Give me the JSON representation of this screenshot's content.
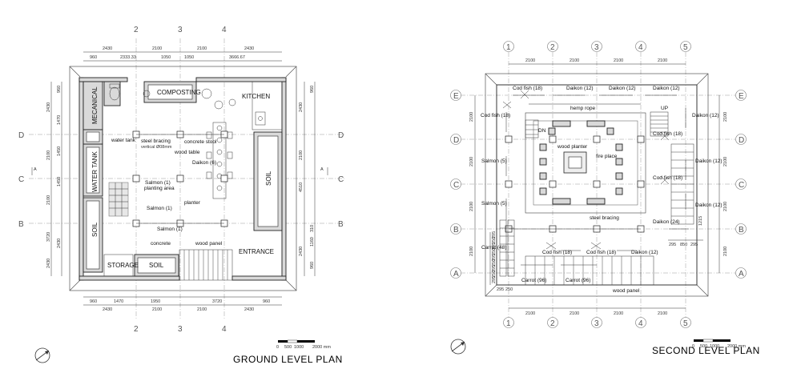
{
  "ground": {
    "title": "GROUND LEVEL PLAN",
    "top_grid": [
      "2",
      "3",
      "4"
    ],
    "left_grid": [
      "D",
      "C",
      "B"
    ],
    "right_grid": [
      "D",
      "C",
      "B"
    ],
    "bottom_grid": [
      "2",
      "3",
      "4"
    ],
    "section_marks": [
      "A",
      "A"
    ],
    "top_dims_row1": [
      "2430",
      "2100",
      "2100",
      "2430"
    ],
    "top_dims_row2": [
      "960",
      "2333.33",
      "1050",
      "1050",
      "3666.67"
    ],
    "bottom_dims_row1": [
      "960",
      "1470",
      "1950",
      "3720",
      "960"
    ],
    "bottom_dims_row2": [
      "2430",
      "2100",
      "2100",
      "2430"
    ],
    "left_dims_outer": [
      "2430",
      "2100",
      "2100",
      "3720",
      "2430"
    ],
    "left_dims_inner": [
      "960",
      "1470",
      "1450",
      "1450",
      "2430"
    ],
    "right_dims_outer": [
      "2430",
      "2100",
      "4510",
      "2430"
    ],
    "right_dims_inner": [
      "960",
      "310",
      "1160",
      "960"
    ],
    "rooms": {
      "mechanical": "MECANICAL",
      "composting": "COMPOSTING",
      "kitchen": "KITCHEN",
      "water_tank": "WATER TANK",
      "soil_left": "SOIL",
      "soil_right": "SOIL",
      "soil_bottom": "SOIL",
      "storage": "STORAGE",
      "entrance": "ENTRANCE"
    },
    "labels": {
      "water_tank": "water tank",
      "steel_bracing": "steel bracing",
      "steel_bracing_sub": "vertical Ø08mm",
      "concrete_stool": "concrete stool",
      "wood_table": "wood table",
      "daikon": "Daikon (6)",
      "salmon_planting": "Salmon (1)",
      "planting_area": "planting area",
      "planter": "planter",
      "salmon_mid": "Salmon (1)",
      "salmon_low": "Salmon (1)",
      "concrete": "concrete",
      "wood_panel": "wood panel"
    },
    "scale_ticks": [
      "0",
      "500",
      "1000",
      "2000 mm"
    ]
  },
  "second": {
    "title": "SECOND LEVEL PLAN",
    "top_grid": [
      "1",
      "2",
      "3",
      "4",
      "5"
    ],
    "bottom_grid": [
      "1",
      "2",
      "3",
      "4",
      "5"
    ],
    "left_grid": [
      "E",
      "D",
      "C",
      "B",
      "A"
    ],
    "right_grid": [
      "E",
      "D",
      "C",
      "B",
      "A"
    ],
    "top_dims": [
      "2100",
      "2100",
      "2100",
      "2100"
    ],
    "bottom_dims": [
      "2100",
      "2100",
      "2100",
      "2100"
    ],
    "left_dims": [
      "2100",
      "2100",
      "2100",
      "2100"
    ],
    "right_dims": [
      "2100",
      "2100",
      "2100",
      "2100"
    ],
    "right_small_dims": [
      "1215",
      "295",
      "850",
      "295"
    ],
    "bottom_small_dims": [
      "295",
      "250"
    ],
    "left_small_dims": [
      "295",
      "250",
      "295",
      "250",
      "295",
      "250",
      "295",
      "250",
      "295"
    ],
    "labels": {
      "cod_fish_top": "Cod fish (18)",
      "daikon_top1": "Daikon (12)",
      "daikon_top2": "Daikon (12)",
      "daikon_top3": "Daikon (12)",
      "hemp_rope": "hemp rope",
      "up": "UP",
      "dn": "DN",
      "cod_fish_left": "Cod fish (18)",
      "cod_fish_right1": "Cod fish (18)",
      "daikon_right1": "Daikon (12)",
      "wood_planter": "wood planter",
      "fire_place": "fire place",
      "salmon_left1": "Salmon (5)",
      "daikon_right2": "Daikon (12)",
      "cod_fish_right2": "Cod fish (18)",
      "daikon_right3": "Daikon (12)",
      "salmon_left2": "Salmon (5)",
      "steel_bracing": "steel bracing",
      "daikon_24": "Daikon (24)",
      "carrot_48": "Carrot (48)",
      "cod_fish_b1": "Cod fish (18)",
      "cod_fish_b2": "Cod fish (18)",
      "daikon_b": "Daikon (12)",
      "carrot_96a": "Carrot (96)",
      "carrot_96b": "Carrot (96)",
      "wood_panel": "wood panel"
    },
    "scale_ticks": [
      "0",
      "500",
      "1000",
      "2000 mm"
    ]
  }
}
